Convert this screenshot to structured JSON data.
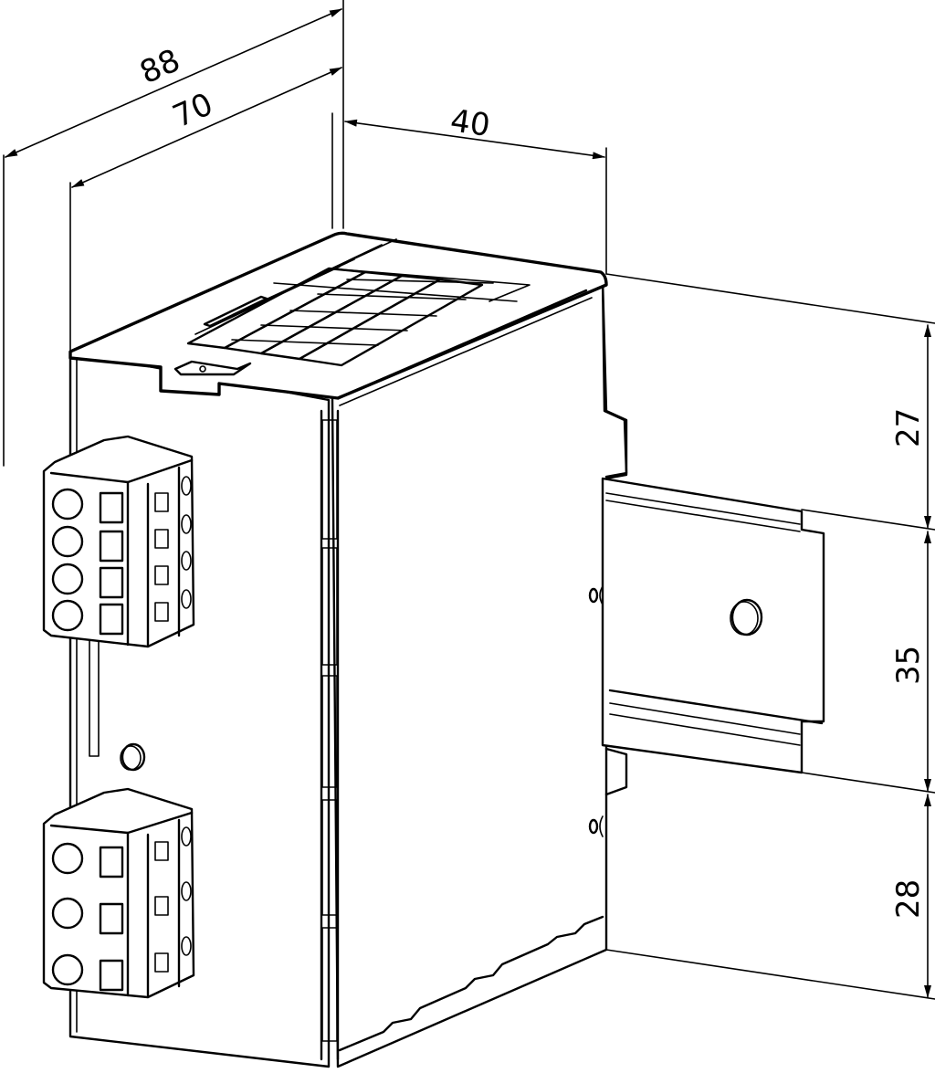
{
  "drawing": {
    "type": "dimensional drawing",
    "subject": "DIN-rail mounted module with plug-in terminal blocks",
    "units": "mm",
    "line_color": "#000000",
    "background": "#ffffff"
  },
  "dimensions": {
    "depth_overall": "88",
    "depth_housing": "70",
    "width": "40",
    "height_top_to_rail": "27",
    "rail_height": "35",
    "height_rail_to_bottom": "28"
  },
  "components": {
    "top_vent_grid": {
      "rows": 4,
      "cols": 6
    },
    "terminal_block_upper": {
      "poles": 4
    },
    "terminal_block_lower": {
      "poles": 3
    },
    "din_rail": {
      "label": "35 mm DIN rail"
    }
  }
}
